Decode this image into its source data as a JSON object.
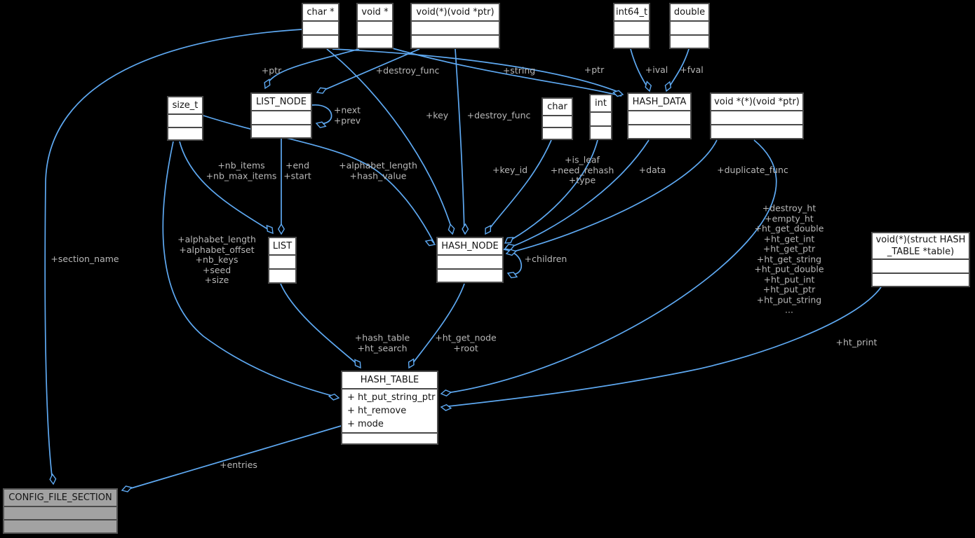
{
  "diagram": {
    "kind": "collaboration-diagram",
    "colors": {
      "background": "#000000",
      "edge": "#5ea9f2",
      "edge_label": "#b8b8b8",
      "node_background": "#ffffff",
      "node_border": "#4a4a4a",
      "focus_node_background": "#a2a2a2"
    },
    "nodes": [
      {
        "id": "char-ptr",
        "title": "char *"
      },
      {
        "id": "void-ptr",
        "title": "void *"
      },
      {
        "id": "void-fn-void-ptr",
        "title": "void(*)(void *ptr)"
      },
      {
        "id": "int64-t",
        "title": "int64_t"
      },
      {
        "id": "double",
        "title": "double"
      },
      {
        "id": "size-t",
        "title": "size_t"
      },
      {
        "id": "list-node",
        "title": "LIST_NODE"
      },
      {
        "id": "char",
        "title": "char"
      },
      {
        "id": "int",
        "title": "int"
      },
      {
        "id": "hash-data",
        "title": "HASH_DATA"
      },
      {
        "id": "voidp-fn-void-ptr",
        "title": "void *(*)(void *ptr)"
      },
      {
        "id": "list",
        "title": "LIST"
      },
      {
        "id": "hash-node",
        "title": "HASH_NODE"
      },
      {
        "id": "void-fn-hash-table",
        "title": "void(*)(struct HASH\n_TABLE *table)"
      },
      {
        "id": "hash-table",
        "title": "HASH_TABLE",
        "members": [
          "+ ht_put_string_ptr",
          "+ ht_remove",
          "+ mode"
        ]
      },
      {
        "id": "config-file-section",
        "title": "CONFIG_FILE_SECTION"
      }
    ],
    "edge_labels": [
      {
        "id": "ptr-list-node",
        "text": "+ptr"
      },
      {
        "id": "destroy-func-list",
        "text": "+destroy_func"
      },
      {
        "id": "string",
        "text": "+string"
      },
      {
        "id": "ptr-hash-data",
        "text": "+ptr"
      },
      {
        "id": "ival",
        "text": "+ival"
      },
      {
        "id": "fval",
        "text": "+fval"
      },
      {
        "id": "next-prev",
        "text": "+next\n+prev"
      },
      {
        "id": "nb-items",
        "text": "+nb_items\n+nb_max_items"
      },
      {
        "id": "end-start",
        "text": "+end\n+start"
      },
      {
        "id": "alphabet-hash",
        "text": "+alphabet_length\n+hash_value"
      },
      {
        "id": "key",
        "text": "+key"
      },
      {
        "id": "destroy-func-node",
        "text": "+destroy_func"
      },
      {
        "id": "key-id",
        "text": "+key_id"
      },
      {
        "id": "is-leaf",
        "text": "+is_leaf\n+need_rehash\n+type"
      },
      {
        "id": "data",
        "text": "+data"
      },
      {
        "id": "duplicate-func",
        "text": "+duplicate_func"
      },
      {
        "id": "table-sizes",
        "text": "+alphabet_length\n+alphabet_offset\n+nb_keys\n+seed\n+size"
      },
      {
        "id": "children",
        "text": "+children"
      },
      {
        "id": "ht-functions",
        "text": "+destroy_ht\n+empty_ht\n+ht_get_double\n+ht_get_int\n+ht_get_ptr\n+ht_get_string\n+ht_put_double\n+ht_put_int\n+ht_put_ptr\n+ht_put_string\n..."
      },
      {
        "id": "hash-table-search",
        "text": "+hash_table\n+ht_search"
      },
      {
        "id": "ht-get-node-root",
        "text": "+ht_get_node\n+root"
      },
      {
        "id": "ht-print",
        "text": "+ht_print"
      },
      {
        "id": "section-name",
        "text": "+section_name"
      },
      {
        "id": "entries",
        "text": "+entries"
      }
    ]
  }
}
